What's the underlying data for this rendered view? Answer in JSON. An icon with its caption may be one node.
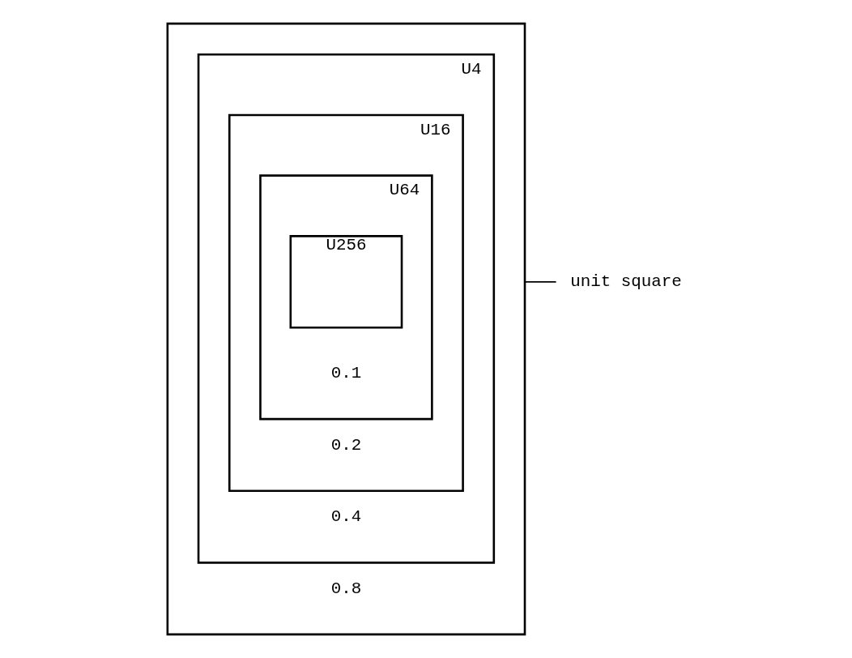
{
  "diagram": {
    "nodes": [
      {
        "text": [],
        "shape": "box"
      },
      {
        "text": [
          "unit square"
        ]
      },
      {
        "text": [
          "U4"
        ],
        "in": 0,
        "beside": [
          "0.8"
        ]
      },
      {
        "text": [
          "U16"
        ],
        "in": 2,
        "beside": [
          "0.4"
        ]
      },
      {
        "text": [
          "U64"
        ],
        "in": 3,
        "beside": [
          "0.2"
        ]
      },
      {
        "text": [
          "U256"
        ],
        "in": 4,
        "beside": [
          "0.1"
        ]
      }
    ],
    "edges": [
      {
        "from": 1,
        "to": 0,
        "arrow": "none"
      }
    ]
  }
}
